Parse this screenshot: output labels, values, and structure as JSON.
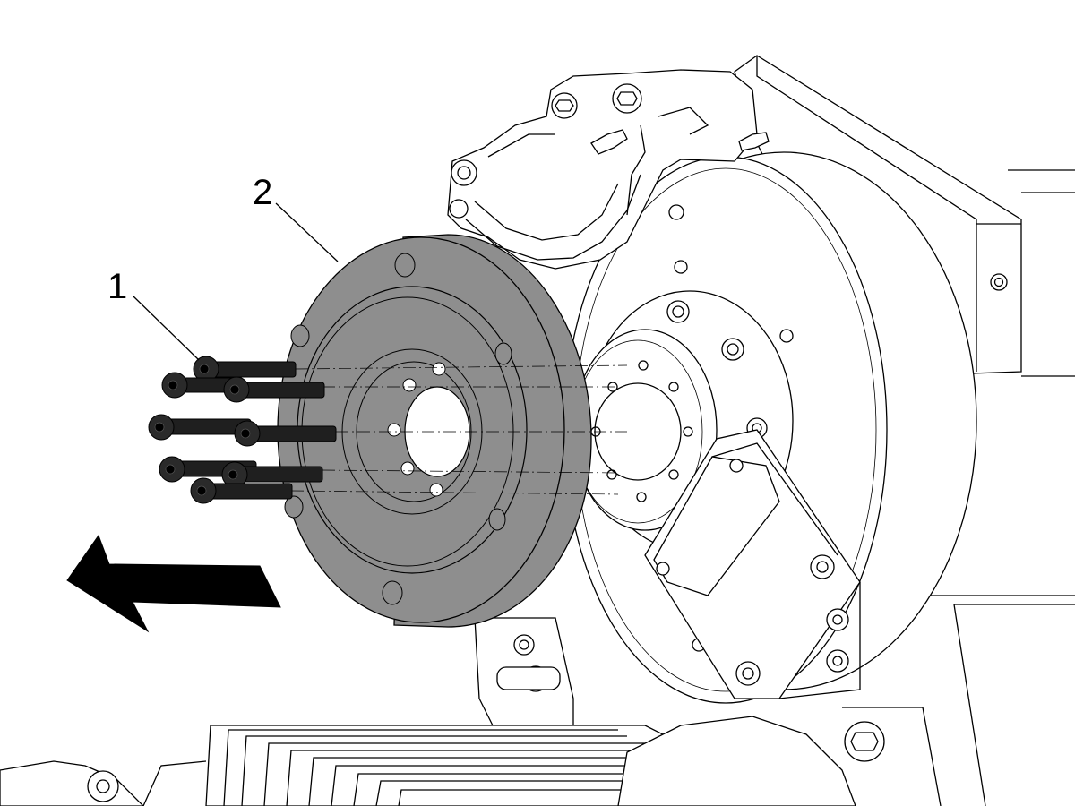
{
  "callouts": [
    {
      "id": "bolts",
      "label": "1"
    },
    {
      "id": "coupling",
      "label": "2"
    }
  ],
  "icons": {
    "direction_arrow": "arrow-left-icon"
  },
  "colors": {
    "coupling_fill": "#8e8e8e",
    "bolt_fill": "#1f1f1f",
    "line": "#000000",
    "background": "#ffffff"
  }
}
